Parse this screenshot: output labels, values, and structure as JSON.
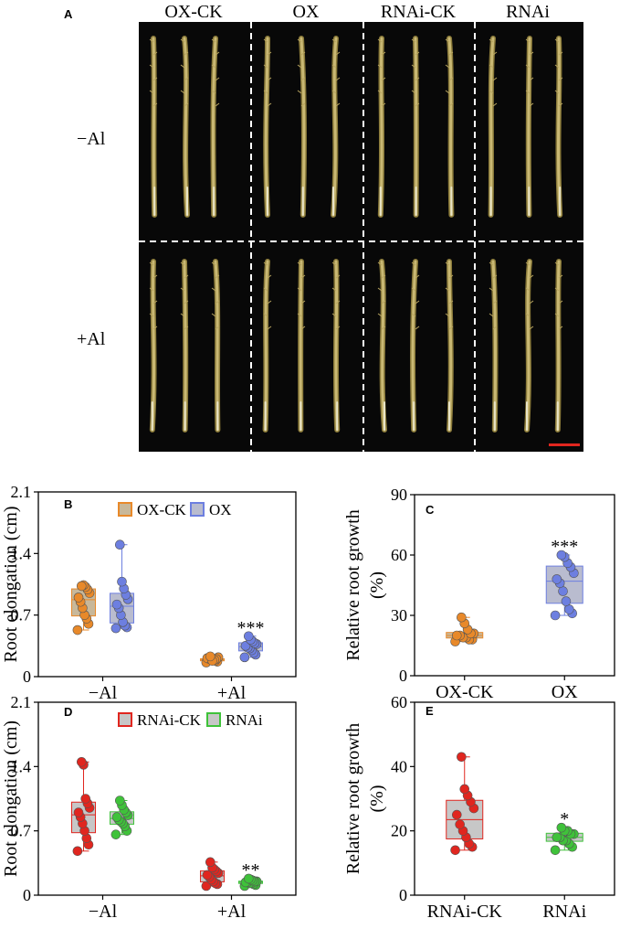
{
  "panel_a": {
    "label": "A",
    "columns": [
      "OX-CK",
      "OX",
      "RNAi-CK",
      "RNAi"
    ],
    "rows": [
      "−Al",
      "+Al"
    ],
    "scale_bar_color": "#e0261f"
  },
  "chart_data": [
    {
      "panel": "B",
      "type": "box",
      "ylabel": "Root elongation (cm)",
      "ylim": [
        0,
        2.1
      ],
      "yticks": [
        "0",
        "0.7",
        "1.4",
        "2.1"
      ],
      "categories": [
        "−Al",
        "+Al"
      ],
      "legend_position": "top",
      "series": [
        {
          "name": "OX-CK",
          "color": "#e8892a",
          "box_fill": "#c8b89a",
          "edge": "#e8892a",
          "values": [
            [
              0.53,
              0.6,
              0.66,
              0.7,
              0.78,
              0.85,
              0.9,
              0.95,
              0.99,
              1.02,
              1.04,
              1.03
            ],
            [
              0.16,
              0.17,
              0.18,
              0.19,
              0.2,
              0.2,
              0.21,
              0.22,
              0.2,
              0.19,
              0.18,
              0.23
            ]
          ]
        },
        {
          "name": "OX",
          "color": "#6d7fe0",
          "box_fill": "#b9bccf",
          "edge": "#6d7fe0",
          "values": [
            [
              0.55,
              0.56,
              0.58,
              0.62,
              0.7,
              0.78,
              0.82,
              0.88,
              0.93,
              1.0,
              1.08,
              1.5
            ],
            [
              0.22,
              0.25,
              0.27,
              0.3,
              0.32,
              0.33,
              0.35,
              0.37,
              0.38,
              0.4,
              0.42,
              0.46
            ]
          ]
        }
      ],
      "significance": [
        {
          "category": "+Al",
          "label": "***"
        }
      ]
    },
    {
      "panel": "C",
      "type": "box",
      "ylabel": "Relative root growth (%)",
      "ylabel_lines": [
        "Relative root growth",
        "(%)"
      ],
      "ylim": [
        0,
        90
      ],
      "yticks": [
        "0",
        "30",
        "60",
        "90"
      ],
      "categories": [
        "OX-CK",
        "OX"
      ],
      "series": [
        {
          "name": "OX-CK",
          "color": "#e8892a",
          "box_fill": "#c8b89a",
          "edge": "#e8892a",
          "values": [
            [
              17,
              18,
              18,
              19,
              19,
              20,
              20,
              21,
              21,
              23,
              26,
              29
            ]
          ]
        },
        {
          "name": "OX",
          "color": "#6d7fe0",
          "box_fill": "#b9bccf",
          "edge": "#6d7fe0",
          "values": [
            [
              30,
              31,
              33,
              37,
              42,
              46,
              48,
              51,
              54,
              56,
              59,
              60
            ]
          ]
        }
      ],
      "significance": [
        {
          "category": "OX",
          "label": "***"
        }
      ]
    },
    {
      "panel": "D",
      "type": "box",
      "ylabel": "Root elongation (cm)",
      "ylim": [
        0,
        2.1
      ],
      "yticks": [
        "0",
        "0.7",
        "1.4",
        "2.1"
      ],
      "categories": [
        "−Al",
        "+Al"
      ],
      "legend_position": "top",
      "series": [
        {
          "name": "RNAi-CK",
          "color": "#e0261f",
          "box_fill": "#c7c7c7",
          "edge": "#e0261f",
          "values": [
            [
              0.48,
              0.55,
              0.62,
              0.7,
              0.78,
              0.85,
              0.9,
              0.95,
              1.0,
              1.05,
              1.42,
              1.45
            ],
            [
              0.1,
              0.12,
              0.13,
              0.15,
              0.17,
              0.2,
              0.22,
              0.24,
              0.26,
              0.28,
              0.3,
              0.36
            ]
          ]
        },
        {
          "name": "RNAi",
          "color": "#3fc23a",
          "box_fill": "#c7c7c7",
          "edge": "#3fc23a",
          "values": [
            [
              0.66,
              0.7,
              0.75,
              0.78,
              0.8,
              0.82,
              0.85,
              0.87,
              0.9,
              0.93,
              0.98,
              1.03
            ],
            [
              0.1,
              0.11,
              0.12,
              0.13,
              0.13,
              0.14,
              0.14,
              0.15,
              0.15,
              0.16,
              0.17,
              0.18
            ]
          ]
        }
      ],
      "significance": [
        {
          "category": "+Al",
          "label": "**"
        }
      ]
    },
    {
      "panel": "E",
      "type": "box",
      "ylabel": "Relative root growth (%)",
      "ylabel_lines": [
        "Relative root growth",
        "(%)"
      ],
      "ylim": [
        0,
        60
      ],
      "yticks": [
        "0",
        "20",
        "40",
        "60"
      ],
      "categories": [
        "RNAi-CK",
        "RNAi"
      ],
      "series": [
        {
          "name": "RNAi-CK",
          "color": "#e0261f",
          "box_fill": "#c7c7c7",
          "edge": "#e0261f",
          "values": [
            [
              14,
              15,
              16,
              18,
              20,
              22,
              25,
              27,
              29,
              31,
              33,
              43
            ]
          ]
        },
        {
          "name": "RNAi",
          "color": "#3fc23a",
          "box_fill": "#c7c7c7",
          "edge": "#3fc23a",
          "values": [
            [
              14,
              15,
              16,
              17,
              17,
              18,
              18,
              19,
              19,
              20,
              20,
              21
            ]
          ]
        }
      ],
      "significance": [
        {
          "category": "RNAi",
          "label": "*"
        }
      ]
    }
  ]
}
